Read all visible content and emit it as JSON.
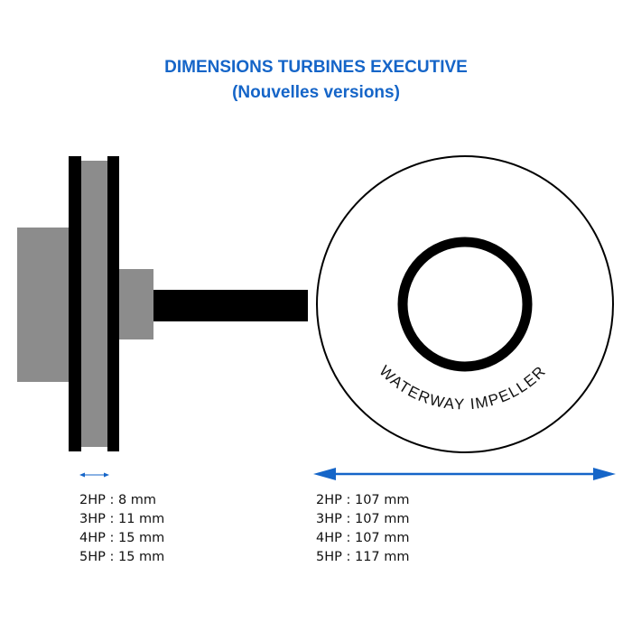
{
  "title": {
    "line1": "DIMENSIONS TURBINES EXECUTIVE",
    "line2": "(Nouvelles versions)"
  },
  "impeller_label": "WATERWAY IMPELLER",
  "colors": {
    "title": "#1565c8",
    "arrow": "#1565c8",
    "metal_gray": "#8c8c8c",
    "black": "#000000"
  },
  "thickness_specs": [
    {
      "label": "2HP : 8 mm"
    },
    {
      "label": "3HP : 11 mm"
    },
    {
      "label": "4HP : 15 mm"
    },
    {
      "label": "5HP : 15 mm"
    }
  ],
  "diameter_specs": [
    {
      "label": "2HP : 107 mm"
    },
    {
      "label": "3HP : 107 mm"
    },
    {
      "label": "4HP : 107 mm"
    },
    {
      "label": "5HP : 117 mm"
    }
  ]
}
